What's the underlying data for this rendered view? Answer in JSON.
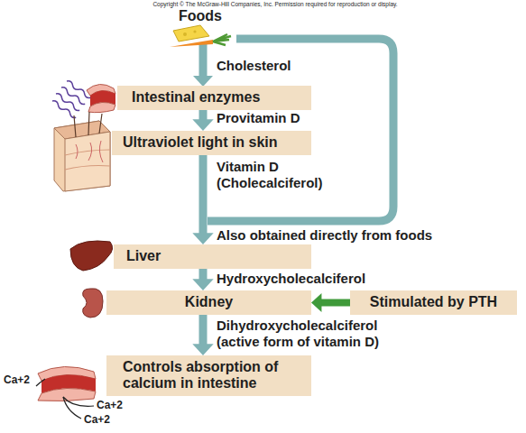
{
  "diagram": {
    "nodes": [
      {
        "text": [
          "Intestinal enzymes"
        ]
      },
      {
        "text": [
          "Ultraviolet light in skin"
        ]
      },
      {
        "text": [
          "Liver"
        ]
      },
      {
        "text": [
          "Kidney"
        ]
      },
      {
        "text": [
          "Stimulated by PTH"
        ]
      },
      {
        "text": [
          "Controls absorption of calcium in intestine"
        ]
      }
    ],
    "edges": [
      {
        "from": 0,
        "to": 1,
        "label": "Provitamin D",
        "arrow": "to"
      },
      {
        "from": 1,
        "to": 2,
        "label": "Vitamin D (Cholecalciferol)",
        "arrow": "to"
      },
      {
        "from": 2,
        "to": 3,
        "label": "Hydroxycholecalciferol",
        "arrow": "to"
      },
      {
        "from": 3,
        "to": 5,
        "label": "Dihydroxycholecalciferol (active form of vitamin D)",
        "arrow": "to"
      },
      {
        "from": 4,
        "to": 3,
        "arrow": "to"
      }
    ],
    "labels": [
      "Copyright © The McGraw-Hill Companies, Inc. Permission required for reproduction or display.",
      "Foods",
      "Cholesterol",
      "Also obtained directly from foods",
      "Ca+2",
      "Ca+2",
      "Ca+2"
    ]
  }
}
